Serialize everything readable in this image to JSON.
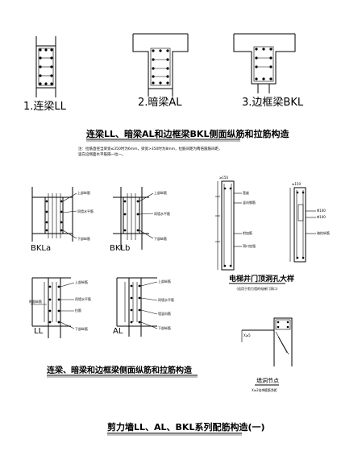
{
  "sections": {
    "top_labels": [
      "1.连梁LL",
      "2.暗梁AL",
      "3.边框梁BKL"
    ],
    "top_title": "连梁LL、暗梁AL和边框梁BKL侧面纵筋和拉筋构造",
    "note_line1": "注：拉筋直径当梁宽≤350时为6mm，梁宽>350时为8mm，拉筋间距为两倍箍筋间距，",
    "note_line2": "竖向沿侧面水平筋隔一拉一。",
    "mid_labels": {
      "bkla": "BKLa",
      "bklb": "BKLb",
      "ll": "LL",
      "al": "AL"
    },
    "callouts": {
      "top_rebar": "上部纵筋",
      "bottom_rebar": "下部纵筋",
      "wall_horizontal": "同墙水平筋",
      "tie": "拉筋",
      "wall_vertical": "墙竖向筋",
      "side_rebar": "侧面纵筋"
    },
    "mid_title": "连梁、暗梁和边框梁侧面纵筋和拉筋构造",
    "right_dims": {
      "a": "≥150",
      "b": "≥150",
      "c": "Φ100",
      "d": "Φ100"
    },
    "right_callouts": [
      "宽度",
      "竖向钢筋",
      "附加筋",
      "洞口加强",
      "暗柱纵筋"
    ],
    "elevator_title": "电梯井门顶洞孔大样",
    "elevator_note": "（适用于剪力墙的电梯门洞口）",
    "detail_label": "X≥5",
    "detail_title": "墙洞节点",
    "detail_note": "X≥2倍Φ箍筋净距",
    "main_title": "剪力墙LL、AL、BKL系列配筋构造(一)"
  }
}
